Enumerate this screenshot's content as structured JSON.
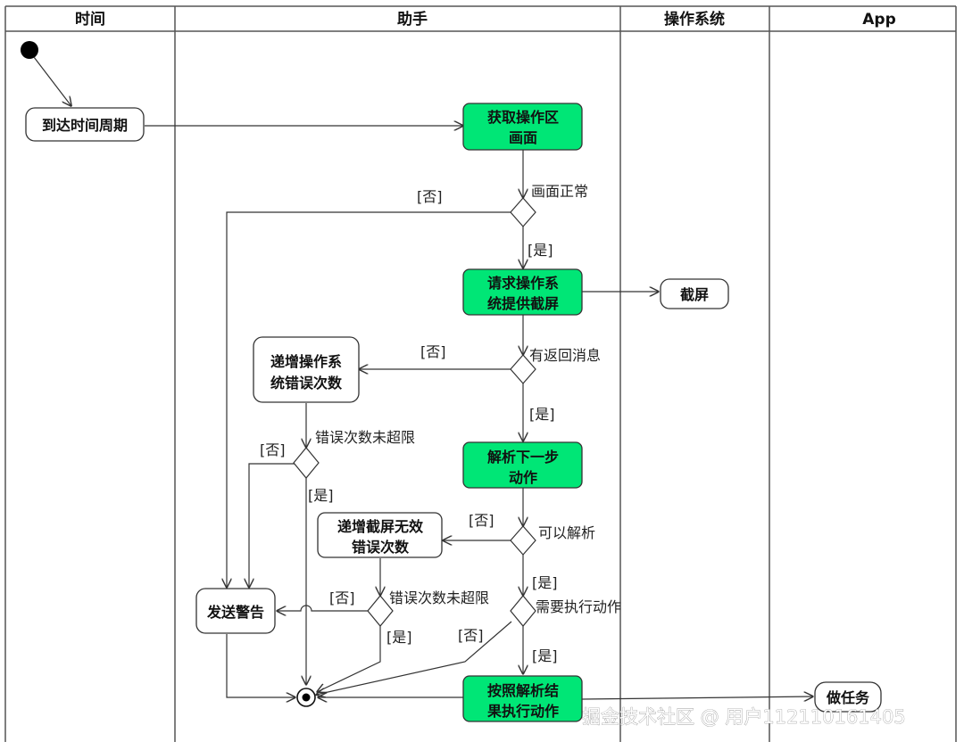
{
  "swimlanes": [
    {
      "id": "time",
      "title": "时间"
    },
    {
      "id": "assistant",
      "title": "助手"
    },
    {
      "id": "os",
      "title": "操作系统"
    },
    {
      "id": "app",
      "title": "App"
    }
  ],
  "nodes": {
    "reach_period": "到达时间周期",
    "get_screen": [
      "获取操作区",
      "画面"
    ],
    "request_screenshot": [
      "请求操作系",
      "统提供截屏"
    ],
    "screenshot": "截屏",
    "inc_os_error": [
      "递增操作系",
      "统错误次数"
    ],
    "parse_next": [
      "解析下一步",
      "动作"
    ],
    "inc_invalid_error": [
      "递增截屏无效",
      "错误次数"
    ],
    "send_alert": "发送警告",
    "execute_action": [
      "按照解析结",
      "果执行动作"
    ],
    "do_task": "做任务"
  },
  "guards": {
    "screen_ok": "画面正常",
    "no_1": "[否]",
    "yes_1": "[是]",
    "has_reply": "有返回消息",
    "no_2": "[否]",
    "yes_2": "[是]",
    "os_err_limit": "错误次数未超限",
    "no_3": "[否]",
    "yes_3": "[是]",
    "can_parse": "可以解析",
    "no_4": "[否]",
    "yes_4": "[是]",
    "inv_err_limit": "错误次数未超限",
    "no_5": "[否]",
    "yes_5": "[是]",
    "need_action": "需要执行动作",
    "no_6": "[否]",
    "yes_6": "[是]"
  },
  "watermark": "掘金技术社区 @ 用户112110161405",
  "colors": {
    "action_fill": "#00e676",
    "plain_fill": "#ffffff",
    "line": "#333333"
  }
}
